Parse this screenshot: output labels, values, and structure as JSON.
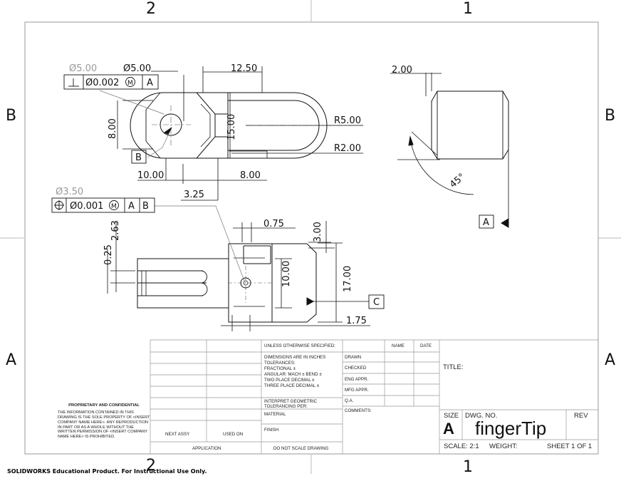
{
  "zones": {
    "top_left": "2",
    "top_right": "1",
    "left_upper": "B",
    "left_lower": "A",
    "right_upper": "B",
    "right_lower": "A",
    "bottom_left": "2",
    "bottom_right": "1"
  },
  "footer_note": "SOLIDWORKS Educational Product. For Instructional Use Only.",
  "dimensions": {
    "dia_5_grey": "Ø5.00",
    "dia_5": "Ø5.00",
    "fcf1_tol": "Ø0.002",
    "fcf1_mod": "M",
    "fcf1_datum": "A",
    "d12_50": "12.50",
    "d8_00_v": "8.00",
    "d15_00": "15.00",
    "r5_00": "R5.00",
    "r2_00": "R2.00",
    "datum_b": "B",
    "d10_00": "10.00",
    "d8_00": "8.00",
    "d3_25": "3.25",
    "d2_00": "2.00",
    "d45": "45°",
    "datum_a": "A",
    "dia_3_50": "Ø3.50",
    "fcf2_tol": "Ø0.001",
    "fcf2_mod": "M",
    "fcf2_datum1": "A",
    "fcf2_datum2": "B",
    "d0_75": "0.75",
    "d3_00": "3.00",
    "d2_63": "2.63",
    "d0_25": "0.25",
    "d10_00_v": "10.00",
    "d17_00": "17.00",
    "datum_c": "C",
    "d1_75": "1.75"
  },
  "title_block": {
    "unless": "UNLESS OTHERWISE SPECIFIED:",
    "name": "NAME",
    "date": "DATE",
    "dims1": "DIMENSIONS ARE IN INCHES",
    "dims2": "TOLERANCES:",
    "dims3": "FRACTIONAL ±",
    "dims4": "ANGULAR: MACH ±    BEND ±",
    "dims5": "TWO PLACE DECIMAL   ±",
    "dims6": "THREE PLACE DECIMAL  ±",
    "drawn": "DRAWN",
    "checked": "CHECKED",
    "eng_appr": "ENG APPR.",
    "mfg_appr": "MFG APPR.",
    "qa": "Q.A.",
    "comments": "COMMENTS:",
    "interpret1": "INTERPRET GEOMETRIC",
    "interpret2": "TOLERANCING PER:",
    "material": "MATERIAL",
    "finish": "FINISH",
    "next_assy": "NEXT ASSY",
    "used_on": "USED ON",
    "application": "APPLICATION",
    "do_not_scale": "DO NOT SCALE DRAWING",
    "title_label": "TITLE:",
    "size_label": "SIZE",
    "size_value": "A",
    "dwg_no_label": "DWG.  NO.",
    "dwg_no": "fingerTip",
    "rev": "REV",
    "scale": "SCALE: 2:1",
    "weight": "WEIGHT:",
    "sheet": "SHEET 1 OF 1",
    "prop_title": "PROPRIETARY AND CONFIDENTIAL",
    "prop_text": "THE INFORMATION CONTAINED IN THIS DRAWING IS THE SOLE PROPERTY OF <INSERT COMPANY NAME HERE>.  ANY REPRODUCTION IN PART OR AS A WHOLE WITHOUT THE WRITTEN PERMISSION OF <INSERT COMPANY NAME HERE> IS PROHIBITED."
  }
}
